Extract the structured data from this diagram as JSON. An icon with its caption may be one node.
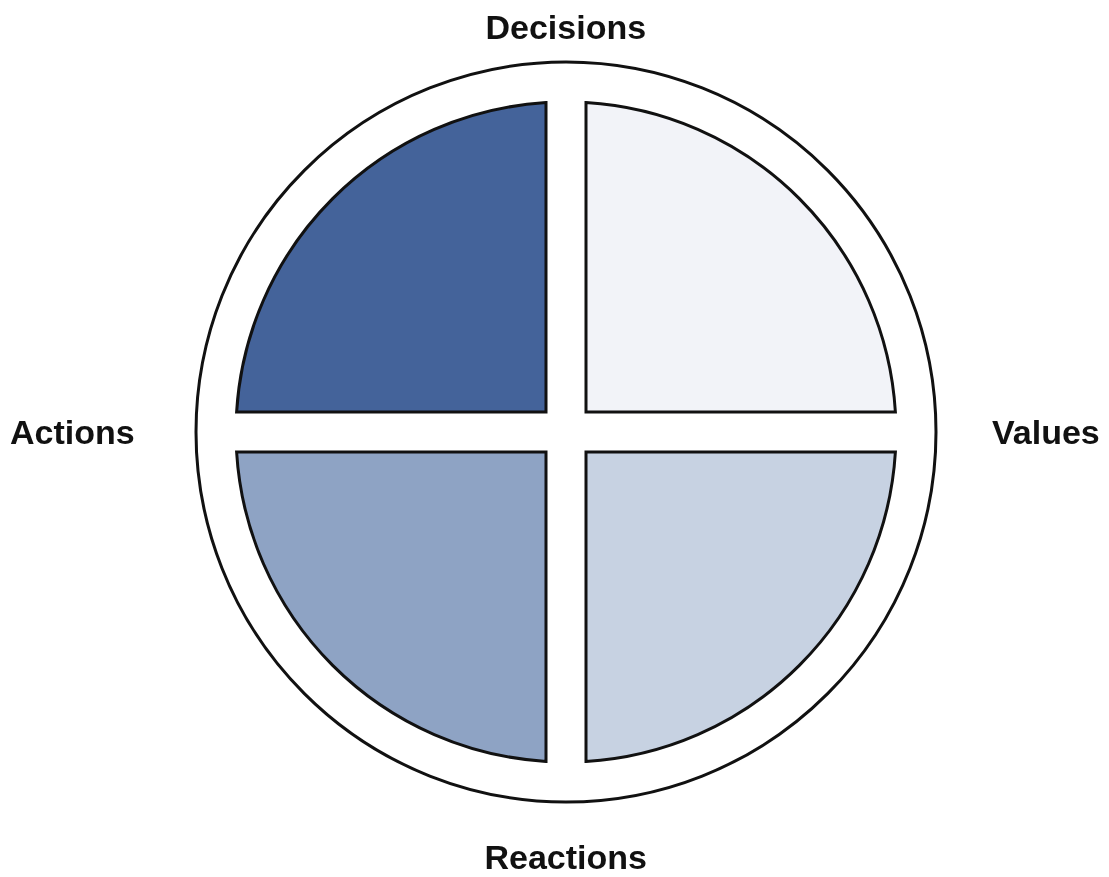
{
  "diagram": {
    "labels": [
      "Decisions",
      "Actions",
      "Values",
      "Reactions"
    ]
  }
}
